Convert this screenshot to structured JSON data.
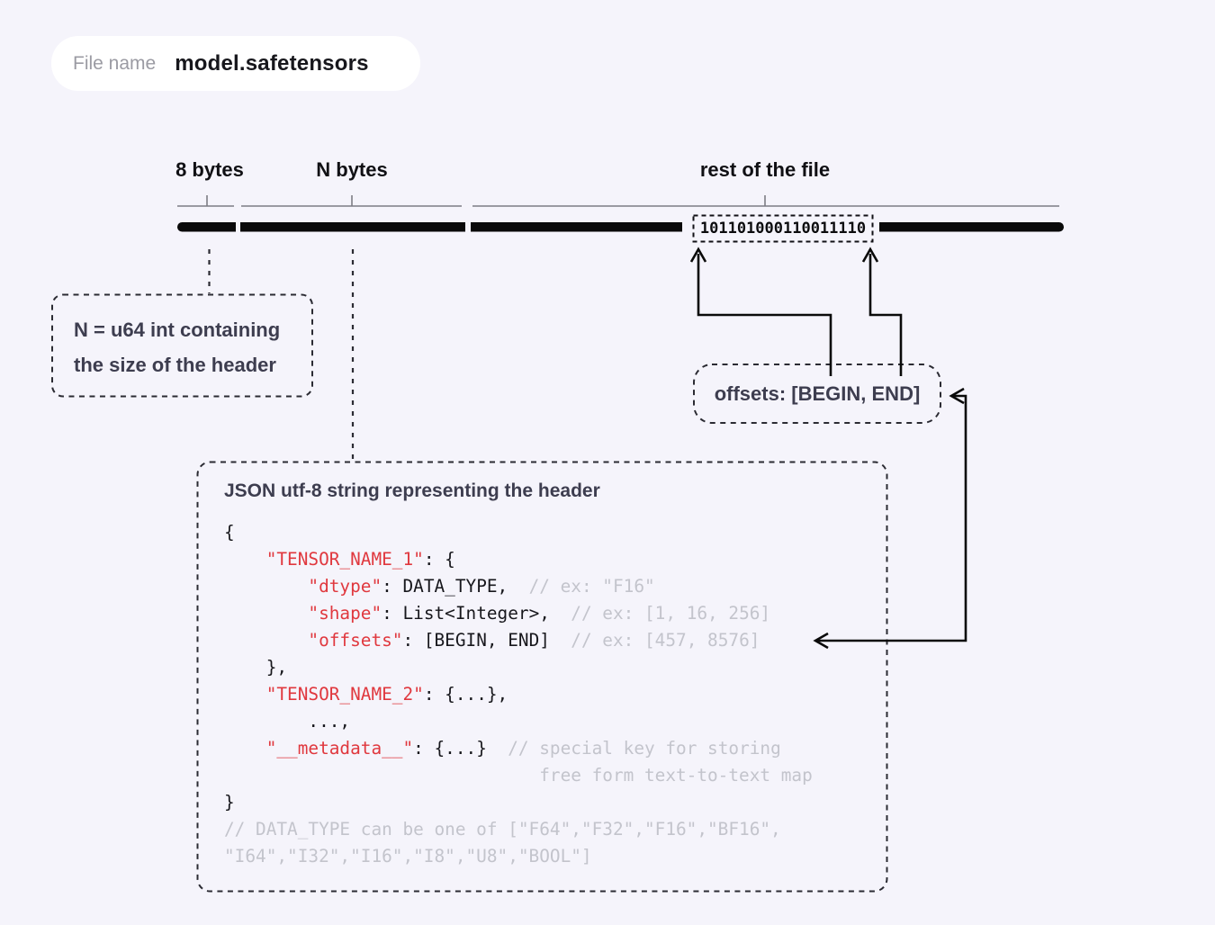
{
  "file_pill": {
    "label": "File name",
    "value": "model.safetensors"
  },
  "byte_bar": {
    "segment_labels": [
      "8 bytes",
      "N bytes",
      "rest of the file"
    ],
    "binary_string": "101101000110011110"
  },
  "callouts": {
    "n_size": {
      "line1": "N = u64 int containing",
      "line2": "the size of the header"
    },
    "offsets": {
      "text": "offsets: [BEGIN, END]"
    }
  },
  "json_box": {
    "title": "JSON utf-8 string representing the header",
    "code_lines": [
      [
        [
          "dark",
          "{"
        ]
      ],
      [
        [
          "dark",
          "    "
        ],
        [
          "red",
          "\"TENSOR_NAME_1\""
        ],
        [
          "dark",
          ": {"
        ]
      ],
      [
        [
          "dark",
          "        "
        ],
        [
          "red",
          "\"dtype\""
        ],
        [
          "dark",
          ": DATA_TYPE,"
        ],
        [
          "gray",
          "  // ex: \"F16\""
        ]
      ],
      [
        [
          "dark",
          "        "
        ],
        [
          "red",
          "\"shape\""
        ],
        [
          "dark",
          ": List<Integer>,"
        ],
        [
          "gray",
          "  // ex: [1, 16, 256]"
        ]
      ],
      [
        [
          "dark",
          "        "
        ],
        [
          "red",
          "\"offsets\""
        ],
        [
          "dark",
          ": [BEGIN, END]"
        ],
        [
          "gray",
          "  // ex: [457, 8576]"
        ]
      ],
      [
        [
          "dark",
          "    },"
        ]
      ],
      [
        [
          "dark",
          "    "
        ],
        [
          "red",
          "\"TENSOR_NAME_2\""
        ],
        [
          "dark",
          ": {...},"
        ]
      ],
      [
        [
          "dark",
          "        ...,"
        ]
      ],
      [
        [
          "dark",
          "    "
        ],
        [
          "red",
          "\"__metadata__\""
        ],
        [
          "dark",
          ": {...}"
        ],
        [
          "gray",
          "  // special key for storing"
        ]
      ],
      [
        [
          "gray",
          "                              free form text-to-text map"
        ]
      ],
      [
        [
          "dark",
          "}"
        ]
      ],
      [
        [
          "gray",
          "// DATA_TYPE can be one of [\"F64\",\"F32\",\"F16\",\"BF16\","
        ]
      ],
      [
        [
          "gray",
          "\"I64\",\"I32\",\"I16\",\"I8\",\"U8\",\"BOOL\"]"
        ]
      ]
    ]
  },
  "colors": {
    "background": "#f5f4fb",
    "bar": "#0a0a0a",
    "bracket": "#7d7d85",
    "dashed_stroke": "#2b2b33",
    "heading": "#3d3d4f",
    "code_red": "#e0383e",
    "code_gray": "#c3c4cc",
    "muted_label": "#9b9ba3"
  }
}
